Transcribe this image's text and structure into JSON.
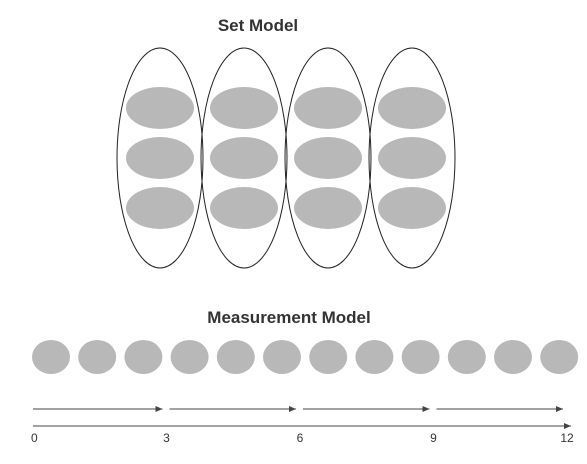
{
  "set_model": {
    "title": "Set Model",
    "groups": 4,
    "items_per_group": 3
  },
  "measurement_model": {
    "title": "Measurement Model",
    "items": 12,
    "segment_size": 3,
    "tick_labels": [
      "0",
      "3",
      "6",
      "9",
      "12"
    ]
  },
  "colors": {
    "item_fill": "#b8b8b8",
    "outline": "#222222",
    "arrow": "#444444",
    "text": "#333333"
  }
}
